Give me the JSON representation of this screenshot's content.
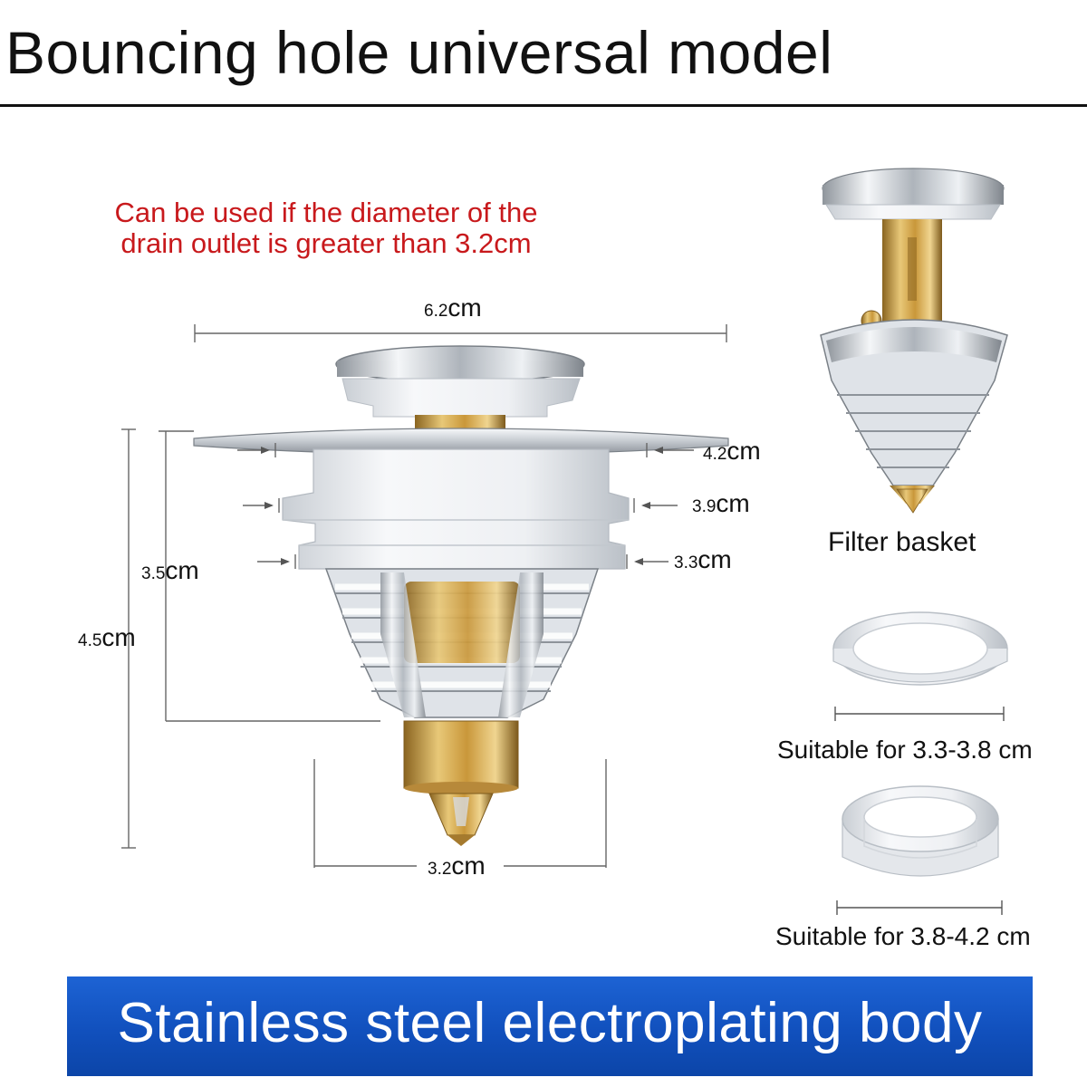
{
  "title": "Bouncing hole universal model",
  "note": {
    "line1": "Can be used if the diameter of the",
    "line2": "drain outlet is greater than 3.2cm"
  },
  "dimensions": {
    "unit": "cm",
    "width_top": "6.2",
    "d1": "4.2",
    "d2": "3.9",
    "d3": "3.3",
    "height_body": "3.5",
    "height_total": "4.5",
    "width_bottom": "3.2"
  },
  "captions": {
    "filter_basket": "Filter basket",
    "ring_small": "Suitable for 3.3-3.8 cm",
    "ring_large": "Suitable for 3.8-4.2 cm"
  },
  "banner": {
    "text": "Stainless steel electroplating body",
    "color": "#1659c8"
  },
  "colors": {
    "note": "#c8191c",
    "chrome": "#c9ced4",
    "brass": "#c99a3c",
    "seal": "#eceff2"
  }
}
